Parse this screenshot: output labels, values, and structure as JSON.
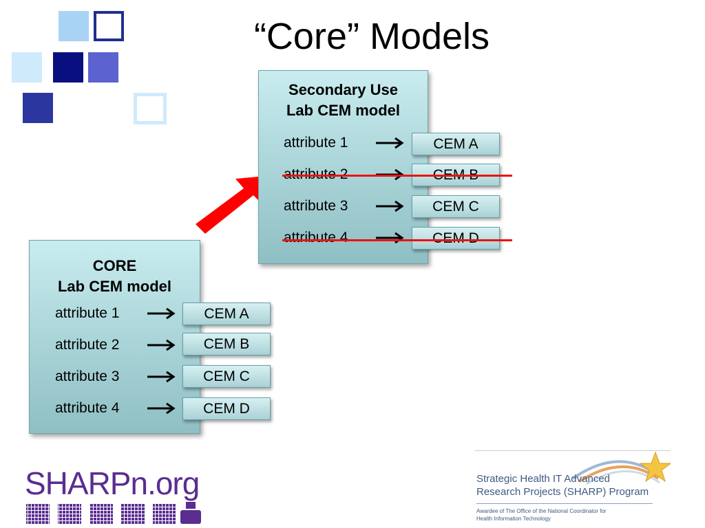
{
  "slide": {
    "title": "“Core” Models"
  },
  "secondary_model": {
    "title_line1": "Secondary Use",
    "title_line2": "Lab CEM model",
    "rows": [
      {
        "attribute": "attribute 1",
        "cem": "CEM A",
        "struck": false
      },
      {
        "attribute": "attribute 2",
        "cem": "CEM B",
        "struck": true
      },
      {
        "attribute": "attribute 3",
        "cem": "CEM C",
        "struck": false
      },
      {
        "attribute": "attribute 4",
        "cem": "CEM D",
        "struck": true
      }
    ]
  },
  "core_model": {
    "title_line1": "CORE",
    "title_line2": "Lab CEM model",
    "rows": [
      {
        "attribute": "attribute 1",
        "cem": "CEM A"
      },
      {
        "attribute": "attribute 2",
        "cem": "CEM B"
      },
      {
        "attribute": "attribute 3",
        "cem": "CEM C"
      },
      {
        "attribute": "attribute 4",
        "cem": "CEM D"
      }
    ]
  },
  "logos": {
    "sharpn": "SHARPn.org",
    "program_line1": "Strategic Health IT Advanced",
    "program_line2": "Research Projects (SHARP) Program",
    "award_line1": "Awardee of The Office of the National Coordinator for",
    "award_line2": "Health Information Technology"
  },
  "colors": {
    "strike_red": "#ee1111",
    "big_arrow_red": "#ff0000",
    "box_teal": "#a8d3d7",
    "logo_purple": "#5a2d91"
  }
}
